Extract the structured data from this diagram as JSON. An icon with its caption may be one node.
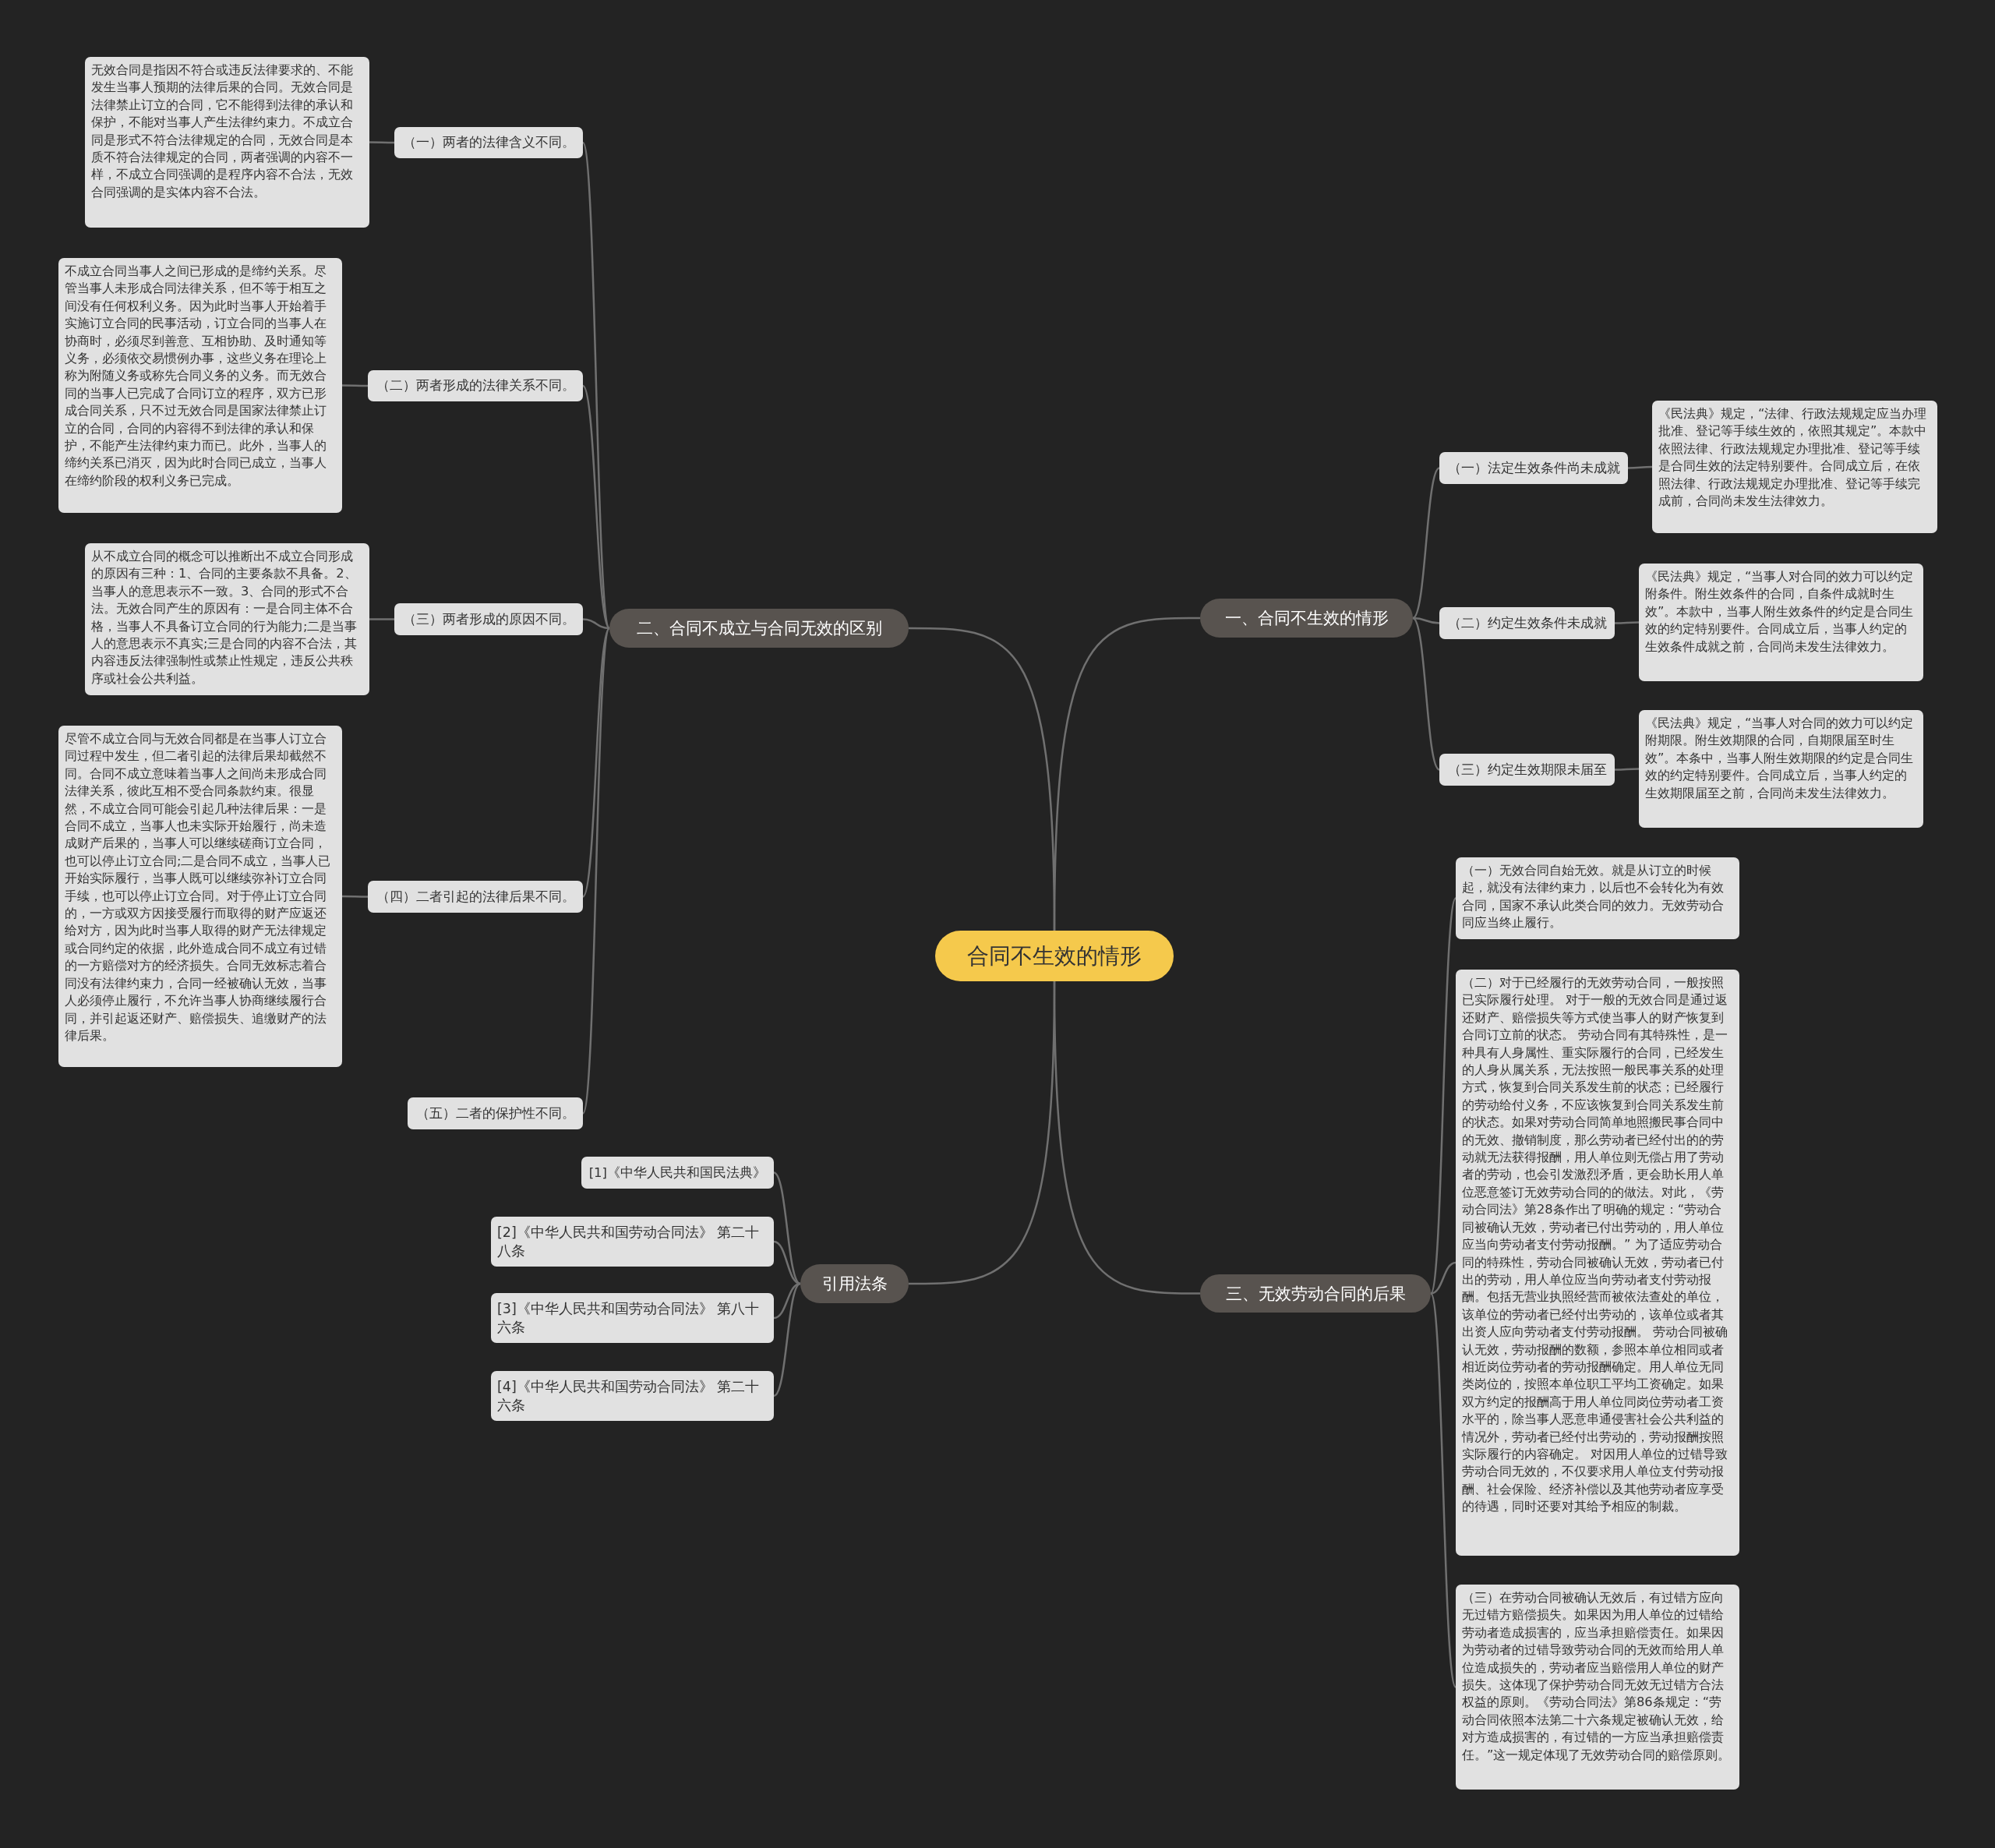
{
  "diagram": {
    "nodes": [
      {
        "text": [
          "合同不生效的情形"
        ]
      },
      {
        "text": [
          "一、合同不生效的情形"
        ]
      },
      {
        "text": [
          "（一）法定生效条件尚未成就"
        ]
      },
      {
        "text": [
          "《民法典》规定，“法律、行政法规规定应当办理批准、登记等手续生效的，依照其规定”。本款中依照法律、行政法规规定办理批准、登记等手续是合同生效的法定特别要件。合同成立后，在依照法律、行政法规规定办理批准、登记等手续完成前，合同尚未发生法律效力。"
        ]
      },
      {
        "text": [
          "（二）约定生效条件未成就"
        ]
      },
      {
        "text": [
          "《民法典》规定，“当事人对合同的效力可以约定附条件。附生效条件的合同，自条件成就时生效”。本款中，当事人附生效条件的约定是合同生效的约定特别要件。合同成立后，当事人约定的生效条件成就之前，合同尚未发生法律效力。"
        ]
      },
      {
        "text": [
          "（三）约定生效期限未届至"
        ]
      },
      {
        "text": [
          "《民法典》规定，“当事人对合同的效力可以约定附期限。附生效期限的合同，自期限届至时生效”。本条中，当事人附生效期限的约定是合同生效的约定特别要件。合同成立后，当事人约定的生效期限届至之前，合同尚未发生法律效力。"
        ]
      },
      {
        "text": [
          "三、无效劳动合同的后果"
        ]
      },
      {
        "text": [
          "（一）无效合同自始无效。就是从订立的时候起，就没有法律约束力，以后也不会转化为有效合同，国家不承认此类合同的效力。无效劳动合同应当终止履行。"
        ]
      },
      {
        "text": [
          "（二）对于已经履行的无效劳动合同，一般按照已实际履行处理。 对于一般的无效合同是通过返还财产、赔偿损失等方式使当事人的财产恢复到合同订立前的状态。 劳动合同有其特殊性，是一种具有人身属性、重实际履行的合同，已经发生的人身从属关系，无法按照一般民事关系的处理方式，恢复到合同关系发生前的状态；已经履行的劳动给付义务，不应该恢复到合同关系发生前的状态。如果对劳动合同简单地照搬民事合同中的无效、撤销制度，那么劳动者已经付出的的劳动就无法获得报酬，用人单位则无偿占用了劳动者的劳动，也会引发激烈矛盾，更会助长用人单位恶意签订无效劳动合同的的做法。对此，《劳动合同法》第28条作出了明确的规定：“劳动合同被确认无效，劳动者已付出劳动的，用人单位应当向劳动者支付劳动报酬。” 为了适应劳动合同的特殊性，劳动合同被确认无效，劳动者已付出的劳动，用人单位应当向劳动者支付劳动报酬。包括无营业执照经营而被依法查处的单位，该单位的劳动者已经付出劳动的，该单位或者其出资人应向劳动者支付劳动报酬。 劳动合同被确认无效，劳动报酬的数额，参照本单位相同或者相近岗位劳动者的劳动报酬确定。用人单位无同类岗位的，按照本单位职工平均工资确定。如果双方约定的报酬高于用人单位同岗位劳动者工资水平的，除当事人恶意串通侵害社会公共利益的情况外，劳动者已经付出劳动的，劳动报酬按照实际履行的内容确定。 对因用人单位的过错导致劳动合同无效的，不仅要求用人单位支付劳动报酬、社会保险、经济补偿以及其他劳动者应享受的待遇，同时还要对其给予相应的制裁。"
        ]
      },
      {
        "text": [
          "（三）在劳动合同被确认无效后，有过错方应向无过错方赔偿损失。如果因为用人单位的过错给劳动者造成损害的，应当承担赔偿责任。如果因为劳动者的过错导致劳动合同的无效而给用人单位造成损失的，劳动者应当赔偿用人单位的财产损失。这体现了保护劳动合同无效无过错方合法权益的原则。《劳动合同法》第86条规定：“劳动合同依照本法第二十六条规定被确认无效，给对方造成损害的，有过错的一方应当承担赔偿责任。”这一规定体现了无效劳动合同的赔偿原则。"
        ]
      },
      {
        "text": [
          "引用法条"
        ]
      },
      {
        "text": [
          "[1]《中华人民共和国民法典》"
        ]
      },
      {
        "text": [
          "[2]《中华人民共和国劳动合同法》 第二十八条"
        ]
      },
      {
        "text": [
          "[3]《中华人民共和国劳动合同法》 第八十六条"
        ]
      },
      {
        "text": [
          "[4]《中华人民共和国劳动合同法》 第二十六条"
        ]
      },
      {
        "text": [
          "二、合同不成立与合同无效的区别"
        ]
      },
      {
        "text": [
          "（一）两者的法律含义不同。"
        ]
      },
      {
        "text": [
          "无效合同是指因不符合或违反法律要求的、不能发生当事人预期的法律后果的合同。无效合同是法律禁止订立的合同，它不能得到法律的承认和保护，不能对当事人产生法律约束力。不成立合同是形式不符合法律规定的合同，无效合同是本质不符合法律规定的合同，两者强调的内容不一样，不成立合同强调的是程序内容不合法，无效合同强调的是实体内容不合法。"
        ]
      },
      {
        "text": [
          "（二）两者形成的法律关系不同。"
        ]
      },
      {
        "text": [
          "不成立合同当事人之间已形成的是缔约关系。尽管当事人未形成合同法律关系，但不等于相互之间没有任何权利义务。因为此时当事人开始着手实施订立合同的民事活动，订立合同的当事人在协商时，必须尽到善意、互相协助、及时通知等义务，必须依交易惯例办事，这些义务在理论上称为附随义务或称先合同义务的义务。而无效合同的当事人已完成了合同订立的程序，双方已形成合同关系，只不过无效合同是国家法律禁止订立的合同，合同的内容得不到法律的承认和保护，不能产生法律约束力而已。此外，当事人的缔约关系已消灭，因为此时合同已成立，当事人在缔约阶段的权利义务已完成。"
        ]
      },
      {
        "text": [
          "（三）两者形成的原因不同。"
        ]
      },
      {
        "text": [
          "从不成立合同的概念可以推断出不成立合同形成的原因有三种：1、合同的主要条款不具备。2、当事人的意思表示不一致。3、合同的形式不合法。无效合同产生的原因有：一是合同主体不合格，当事人不具备订立合同的行为能力;二是当事人的意思表示不真实;三是合同的内容不合法，其内容违反法律强制性或禁止性规定，违反公共秩序或社会公共利益。"
        ]
      },
      {
        "text": [
          "（四）二者引起的法律后果不同。"
        ]
      },
      {
        "text": [
          "尽管不成立合同与无效合同都是在当事人订立合同过程中发生，但二者引起的法律后果却截然不同。合同不成立意味着当事人之间尚未形成合同法律关系，彼此互相不受合同条款约束。很显然，不成立合同可能会引起几种法律后果：一是合同不成立，当事人也未实际开始履行，尚未造成财产后果的，当事人可以继续磋商订立合同，也可以停止订立合同;二是合同不成立，当事人已开始实际履行，当事人既可以继续弥补订立合同手续，也可以停止订立合同。对于停止订立合同的，一方或双方因接受履行而取得的财产应返还给对方，因为此时当事人取得的财产无法律规定或合同约定的依据，此外造成合同不成立有过错的一方赔偿对方的经济损失。合同无效标志着合同没有法律约束力，合同一经被确认无效，当事人必须停止履行，不允许当事人协商继续履行合同，并引起返还财产、赔偿损失、追缴财产的法律后果。"
        ]
      },
      {
        "text": [
          "（五）二者的保护性不同。"
        ]
      }
    ],
    "edges": [
      {
        "from": 0,
        "to": 1,
        "arrow": "none"
      },
      {
        "from": 0,
        "to": 8,
        "arrow": "none"
      },
      {
        "from": 0,
        "to": 12,
        "arrow": "none"
      },
      {
        "from": 0,
        "to": 17,
        "arrow": "none"
      },
      {
        "from": 1,
        "to": 2,
        "arrow": "none"
      },
      {
        "from": 1,
        "to": 4,
        "arrow": "none"
      },
      {
        "from": 1,
        "to": 6,
        "arrow": "none"
      },
      {
        "from": 2,
        "to": 3,
        "arrow": "none"
      },
      {
        "from": 4,
        "to": 5,
        "arrow": "none"
      },
      {
        "from": 6,
        "to": 7,
        "arrow": "none"
      },
      {
        "from": 8,
        "to": 9,
        "arrow": "none"
      },
      {
        "from": 8,
        "to": 10,
        "arrow": "none"
      },
      {
        "from": 8,
        "to": 11,
        "arrow": "none"
      },
      {
        "from": 12,
        "to": 13,
        "arrow": "none"
      },
      {
        "from": 12,
        "to": 14,
        "arrow": "none"
      },
      {
        "from": 12,
        "to": 15,
        "arrow": "none"
      },
      {
        "from": 12,
        "to": 16,
        "arrow": "none"
      },
      {
        "from": 17,
        "to": 18,
        "arrow": "none"
      },
      {
        "from": 17,
        "to": 20,
        "arrow": "none"
      },
      {
        "from": 17,
        "to": 22,
        "arrow": "none"
      },
      {
        "from": 17,
        "to": 24,
        "arrow": "none"
      },
      {
        "from": 17,
        "to": 26,
        "arrow": "none"
      },
      {
        "from": 18,
        "to": 19,
        "arrow": "none"
      },
      {
        "from": 20,
        "to": 21,
        "arrow": "none"
      },
      {
        "from": 22,
        "to": 23,
        "arrow": "none"
      },
      {
        "from": 24,
        "to": 25,
        "arrow": "none"
      }
    ]
  }
}
